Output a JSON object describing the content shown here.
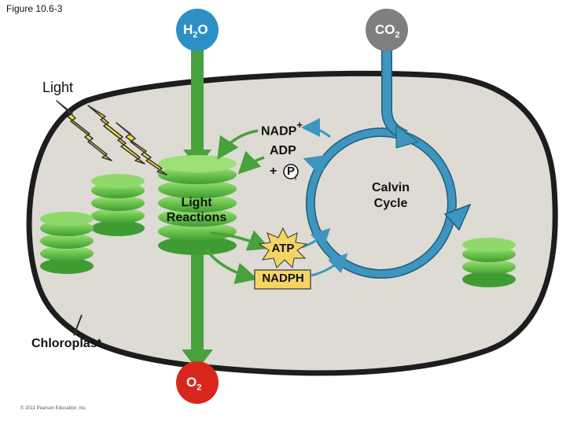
{
  "figure_label": "Figure 10.6-3",
  "copyright": "© 2011 Pearson Education, Inc.",
  "light_label": "Light",
  "chloroplast_label": "Chloroplast",
  "light_reactions_label": "Light Reactions",
  "calvin_cycle_label": "Calvin Cycle",
  "molecules": {
    "h2o": {
      "base": "H",
      "sub": "2",
      "suffix": "O"
    },
    "co2": {
      "base": "CO",
      "sub": "2"
    },
    "o2": {
      "base": "O",
      "sub": "2"
    },
    "nadp": {
      "base": "NADP",
      "sup": "+"
    },
    "adp": "ADP",
    "plus": "+",
    "phosphate": {
      "letter": "P",
      "sub": "i"
    },
    "atp": "ATP",
    "nadph": "NADPH"
  },
  "colors": {
    "stroma": "#dddbd4",
    "membrane": "#1d1d1d",
    "green_arrow": "#47a13c",
    "cycle_blue": "#3e95bf",
    "h2o_circle": "#2e8fc8",
    "co2_circle": "#7f7f7f",
    "o2_circle": "#d9261c",
    "light_bolt": "#f5e03a",
    "atp_nadph_box": "#f4d564",
    "grana_light": "#8fd86c",
    "grana_dark": "#46a83b"
  }
}
